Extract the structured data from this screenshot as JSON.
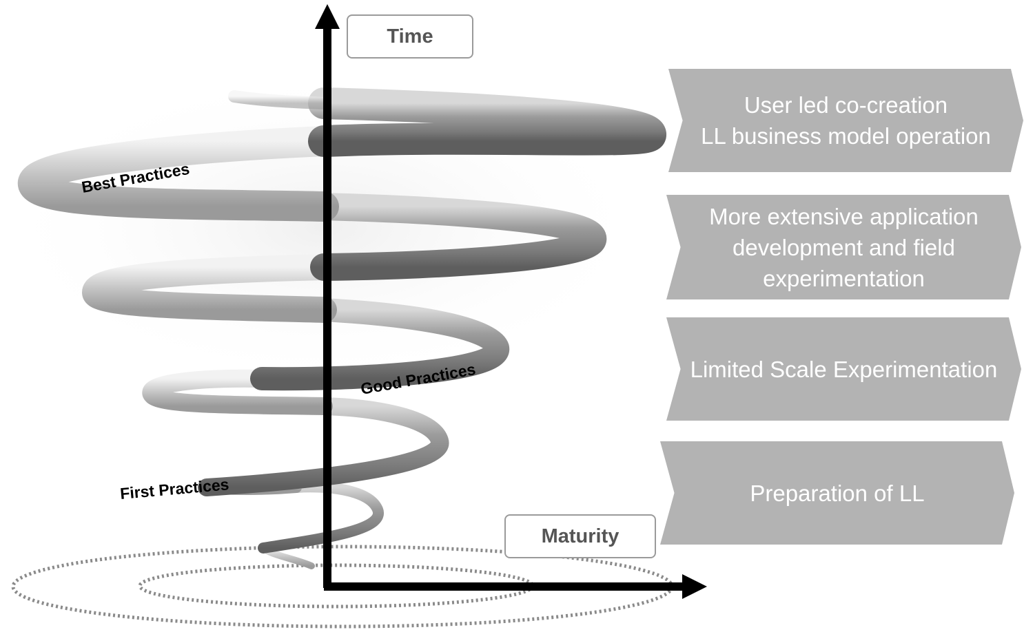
{
  "axes": {
    "time_label": "Time",
    "maturity_label": "Maturity"
  },
  "spiral": {
    "labels": {
      "best": "Best Practices",
      "good": "Good Practices",
      "first": "First Practices"
    }
  },
  "stages": [
    {
      "lines": [
        "User led co-creation",
        "LL business model operation"
      ]
    },
    {
      "lines": [
        "More extensive application",
        "development and field",
        "experimentation"
      ]
    },
    {
      "lines": [
        "Limited Scale Experimentation"
      ]
    },
    {
      "lines": [
        "Preparation of LL"
      ]
    }
  ],
  "colors": {
    "chevron": "#b3b3b3",
    "axis": "#000000",
    "spiral": "#8c8c8c",
    "dots": "#8a8a8a",
    "box_border": "#9a9a9a",
    "box_text": "#555555"
  }
}
